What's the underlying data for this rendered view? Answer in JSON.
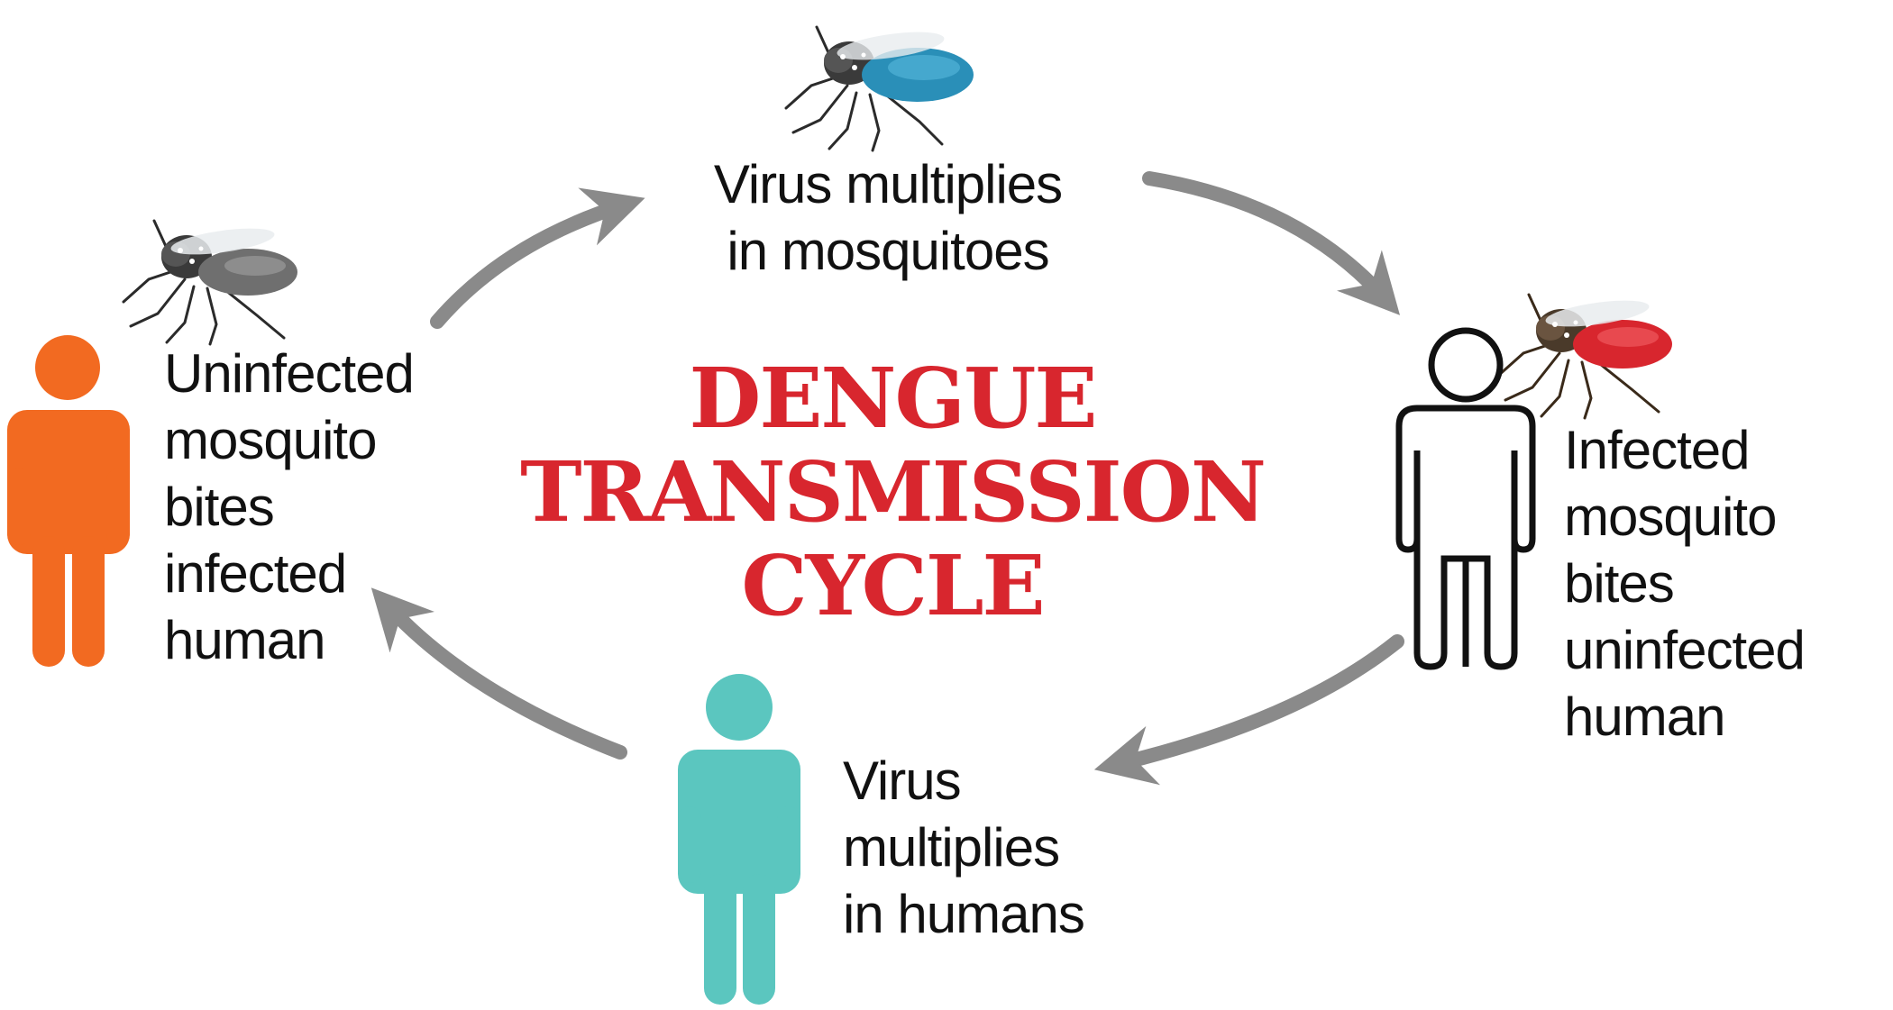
{
  "title": {
    "line1": "DENGUE",
    "line2": "TRANSMISSION",
    "line3": "CYCLE",
    "color": "#d8262e"
  },
  "nodes": {
    "top": {
      "text": "Virus multiplies\nin mosquitoes",
      "icon": "mosquito-blue-icon",
      "accent": "#2a8fb8"
    },
    "right": {
      "text": "Infected\nmosquito bites\nuninfected\nhuman",
      "icon": "mosquito-red-icon",
      "person_icon": "person-outline-icon",
      "accent": "#d8262e"
    },
    "bottom": {
      "text": "Virus\nmultiplies\nin humans",
      "person_icon": "person-teal-icon",
      "accent": "#5bc6bf"
    },
    "left": {
      "text": "Uninfected\nmosquito\nbites\ninfected\nhuman",
      "icon": "mosquito-gray-icon",
      "person_icon": "person-orange-icon",
      "accent": "#f26a21"
    }
  },
  "arrow_color": "#8a8a8a"
}
